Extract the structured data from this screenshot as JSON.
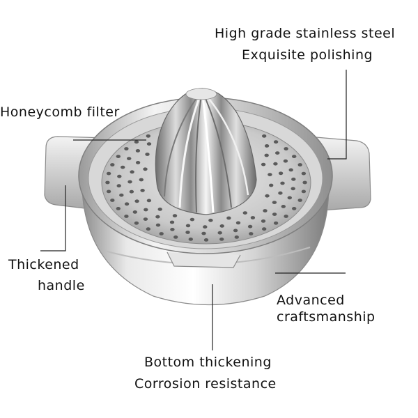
{
  "annotations": {
    "steel_line1": "High grade stainless steel",
    "steel_line2": "Exquisite polishing",
    "filter": "Honeycomb filter",
    "handle_line1": "Thickened",
    "handle_line2": "handle",
    "craft_line1": "Advanced",
    "craft_line2": "craftsmanship",
    "bottom_line1": "Bottom thickening",
    "bottom_line2": "Corrosion resistance"
  },
  "colors": {
    "text": "#111111",
    "leader_line": "#222222",
    "steel_light": "#f2f2f2",
    "steel_mid": "#bfbfbf",
    "steel_dark": "#7a7a7a"
  }
}
